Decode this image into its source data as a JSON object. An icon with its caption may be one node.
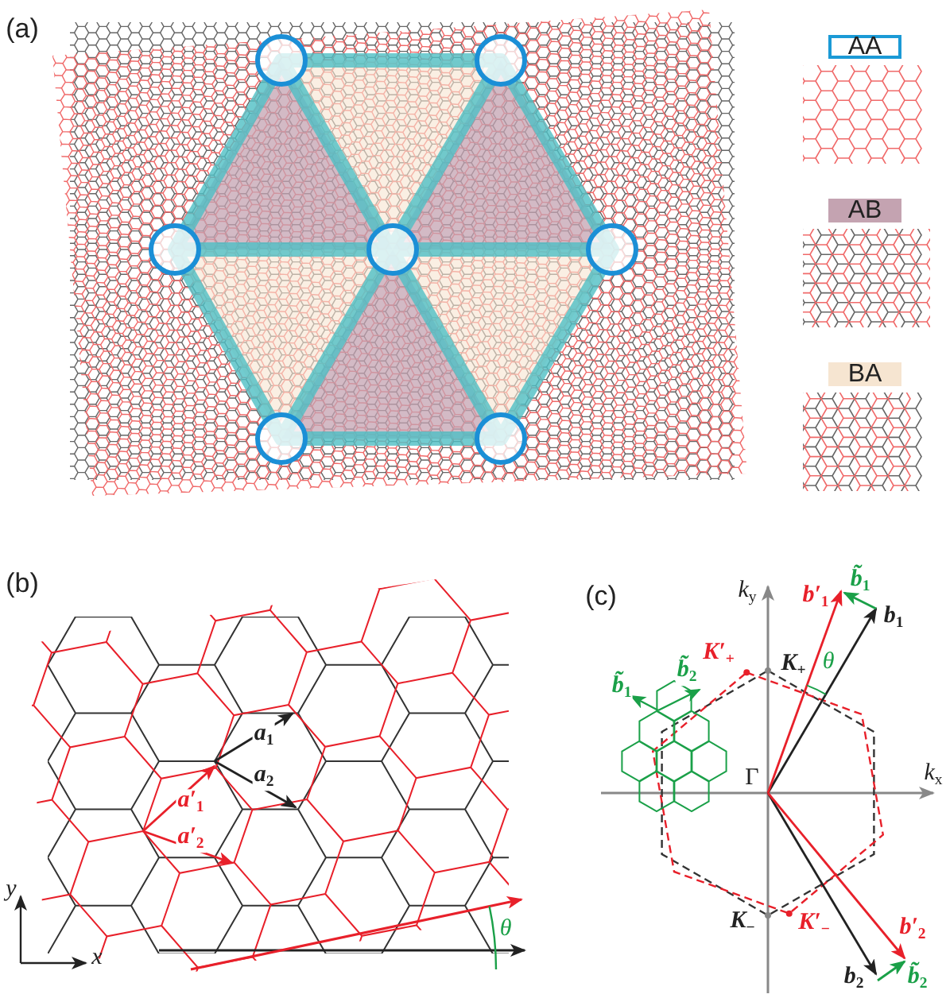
{
  "diagram": {
    "labels": [
      "(a)",
      "(b)",
      "a$_{1}$",
      "a$_{2}$",
      "a′$_{1}$",
      "a′$_{2}$",
      "y",
      "x",
      "θ",
      "(c)",
      "k$_{y}$",
      "b′$_{1}$",
      "b̃$_{1}$",
      "b$_{1}$",
      "K′$_{+}$",
      "K$_{+}$",
      "θ",
      "b̃$_{1}$",
      "b̃$_{2}$",
      "Γ",
      "k$_{x}$",
      "K$_{−}$",
      "K′$_{−}$",
      "b′$_{2}$",
      "b$_{2}$",
      "b̃$_{2}$"
    ],
    "legend": [
      {
        "text": "AA"
      },
      {
        "text": "AB",
        "color": "#c4a3b1"
      },
      {
        "text": "BA",
        "color": "#f6e5d1"
      }
    ]
  }
}
